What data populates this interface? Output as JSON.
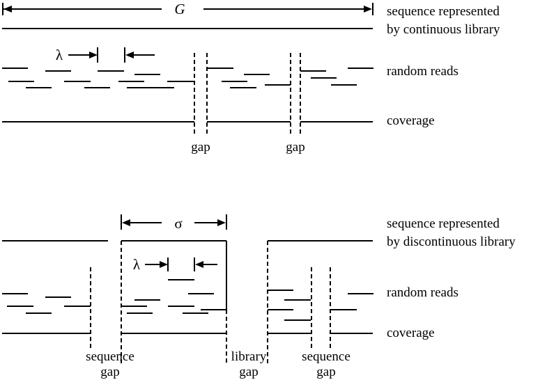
{
  "top_panel": {
    "genome_symbol": "G",
    "read_length_symbol": "λ",
    "label_sequence_line1": "sequence represented",
    "label_sequence_line2": "by continuous library",
    "label_random_reads": "random reads",
    "label_coverage": "coverage",
    "gap_label_1": "gap",
    "gap_label_2": "gap"
  },
  "bottom_panel": {
    "library_size_symbol": "σ",
    "read_length_symbol": "λ",
    "label_sequence_line1": "sequence represented",
    "label_sequence_line2": "by discontinuous library",
    "label_random_reads": "random reads",
    "label_coverage": "coverage",
    "gap_sequence_1_line1": "sequence",
    "gap_sequence_1_line2": "gap",
    "gap_library_line1": "library",
    "gap_library_line2": "gap",
    "gap_sequence_2_line1": "sequence",
    "gap_sequence_2_line2": "gap"
  }
}
